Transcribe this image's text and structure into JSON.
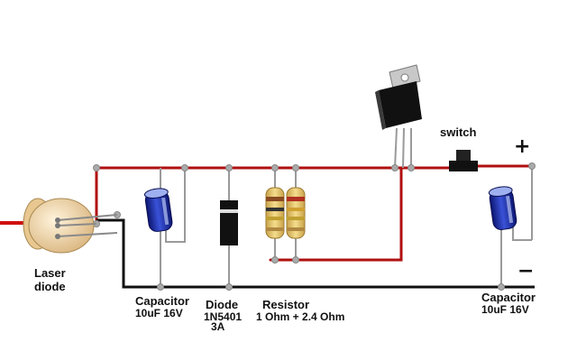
{
  "labels": {
    "laser": [
      "Laser",
      "diode"
    ],
    "cap_left": [
      "Capacitor",
      "10uF 16V"
    ],
    "diode": [
      "Diode",
      "1N5401",
      "3A"
    ],
    "resistor": [
      "Resistor",
      "1 Ohm + 2.4 Ohm"
    ],
    "cap_right": [
      "Capacitor",
      "10uF 16V"
    ],
    "switch": "switch",
    "plus": "+",
    "minus": "−"
  },
  "colors": {
    "positive_wire": "#b01010",
    "negative_wire": "#111111",
    "terminal_dot": "#aaaaaa",
    "capacitor_body": "#1f2fa8",
    "regulator_body": "#111111",
    "regulator_tab": "#c8c8c8",
    "diode_body": "#111111",
    "resistor_body": "#e0c060",
    "laser_body": "#f0d8a8"
  },
  "icons": [
    "laser-diode-icon",
    "capacitor-icon",
    "diode-icon",
    "resistor-icon",
    "voltage-regulator-icon",
    "push-switch-icon"
  ]
}
